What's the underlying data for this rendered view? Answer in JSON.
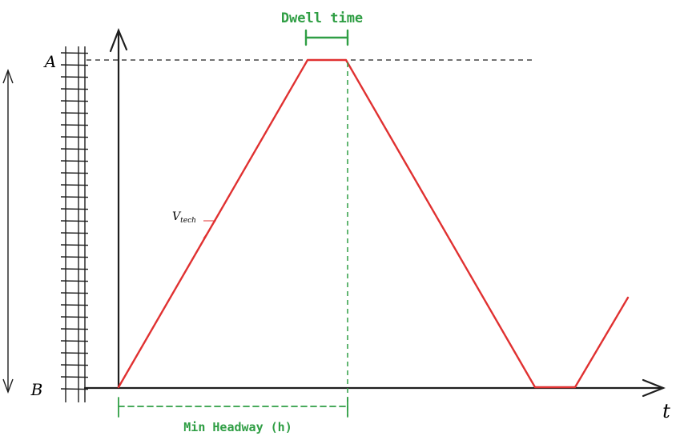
{
  "labels": {
    "station_top": "A",
    "station_bottom": "B",
    "time_axis": "t",
    "dwell_time": "Dwell time",
    "min_headway": "Min Headway (h)",
    "speed_base": "V",
    "speed_sub": "tech"
  },
  "colors": {
    "train_path": "#e03131",
    "annotation": "#2f9e44",
    "ink": "#1e1e1e"
  }
}
